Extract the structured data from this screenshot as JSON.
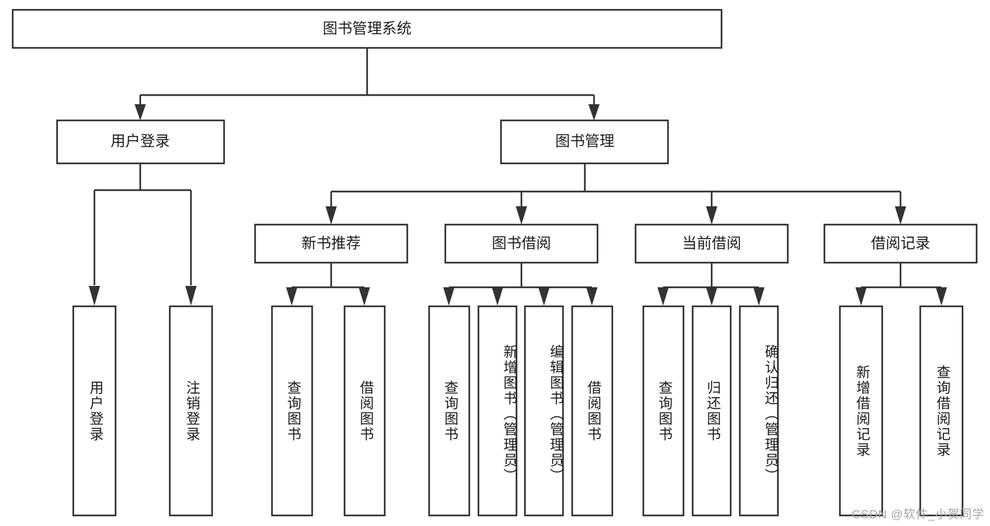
{
  "diagram": {
    "title": "图书管理系统",
    "type": "tree",
    "orientation": "top-down",
    "style": {
      "box_fill": "#ffffff",
      "box_stroke": "#333333",
      "text_color": "#1b1b1b",
      "background": "#ffffff",
      "watermark_color": "#a6a6a6"
    },
    "levels": [
      {
        "level": 1,
        "nodes": [
          {
            "id": "root",
            "label": "图书管理系统",
            "orientation": "horizontal"
          }
        ]
      },
      {
        "level": 2,
        "nodes": [
          {
            "id": "user-login",
            "label": "用户登录",
            "parent": "root",
            "orientation": "horizontal"
          },
          {
            "id": "book-manage",
            "label": "图书管理",
            "parent": "root",
            "orientation": "horizontal"
          }
        ]
      },
      {
        "level": 3,
        "nodes": [
          {
            "id": "new-book-rec",
            "label": "新书推荐",
            "parent": "book-manage",
            "orientation": "horizontal"
          },
          {
            "id": "book-borrow",
            "label": "图书借阅",
            "parent": "book-manage",
            "orientation": "horizontal"
          },
          {
            "id": "current-borrow",
            "label": "当前借阅",
            "parent": "book-manage",
            "orientation": "horizontal"
          },
          {
            "id": "borrow-record",
            "label": "借阅记录",
            "parent": "book-manage",
            "orientation": "horizontal"
          }
        ]
      },
      {
        "level": 4,
        "nodes": [
          {
            "id": "leaf-user-login",
            "label": "用户登录",
            "parent": "user-login",
            "orientation": "vertical"
          },
          {
            "id": "leaf-logout",
            "label": "注销登录",
            "parent": "user-login",
            "orientation": "vertical"
          },
          {
            "id": "leaf-query-book-1",
            "label": "查询图书",
            "parent": "new-book-rec",
            "orientation": "vertical"
          },
          {
            "id": "leaf-borrow-book-1",
            "label": "借阅图书",
            "parent": "new-book-rec",
            "orientation": "vertical"
          },
          {
            "id": "leaf-query-book-2",
            "label": "查询图书",
            "parent": "book-borrow",
            "orientation": "vertical"
          },
          {
            "id": "leaf-add-book",
            "label": "新增图书（管理员）",
            "parent": "book-borrow",
            "orientation": "vertical"
          },
          {
            "id": "leaf-edit-book",
            "label": "编辑图书（管理员）",
            "parent": "book-borrow",
            "orientation": "vertical"
          },
          {
            "id": "leaf-borrow-book-2",
            "label": "借阅图书",
            "parent": "book-borrow",
            "orientation": "vertical"
          },
          {
            "id": "leaf-query-book-3",
            "label": "查询图书",
            "parent": "current-borrow",
            "orientation": "vertical"
          },
          {
            "id": "leaf-return-book",
            "label": "归还图书",
            "parent": "current-borrow",
            "orientation": "vertical"
          },
          {
            "id": "leaf-confirm-return",
            "label": "确认归还（管理员）",
            "parent": "current-borrow",
            "orientation": "vertical"
          },
          {
            "id": "leaf-add-record",
            "label": "新增借阅记录",
            "parent": "borrow-record",
            "orientation": "vertical"
          },
          {
            "id": "leaf-query-record",
            "label": "查询借阅记录",
            "parent": "borrow-record",
            "orientation": "vertical"
          }
        ]
      }
    ]
  },
  "watermark": {
    "text": "CSDN @软件_小贺同学"
  }
}
